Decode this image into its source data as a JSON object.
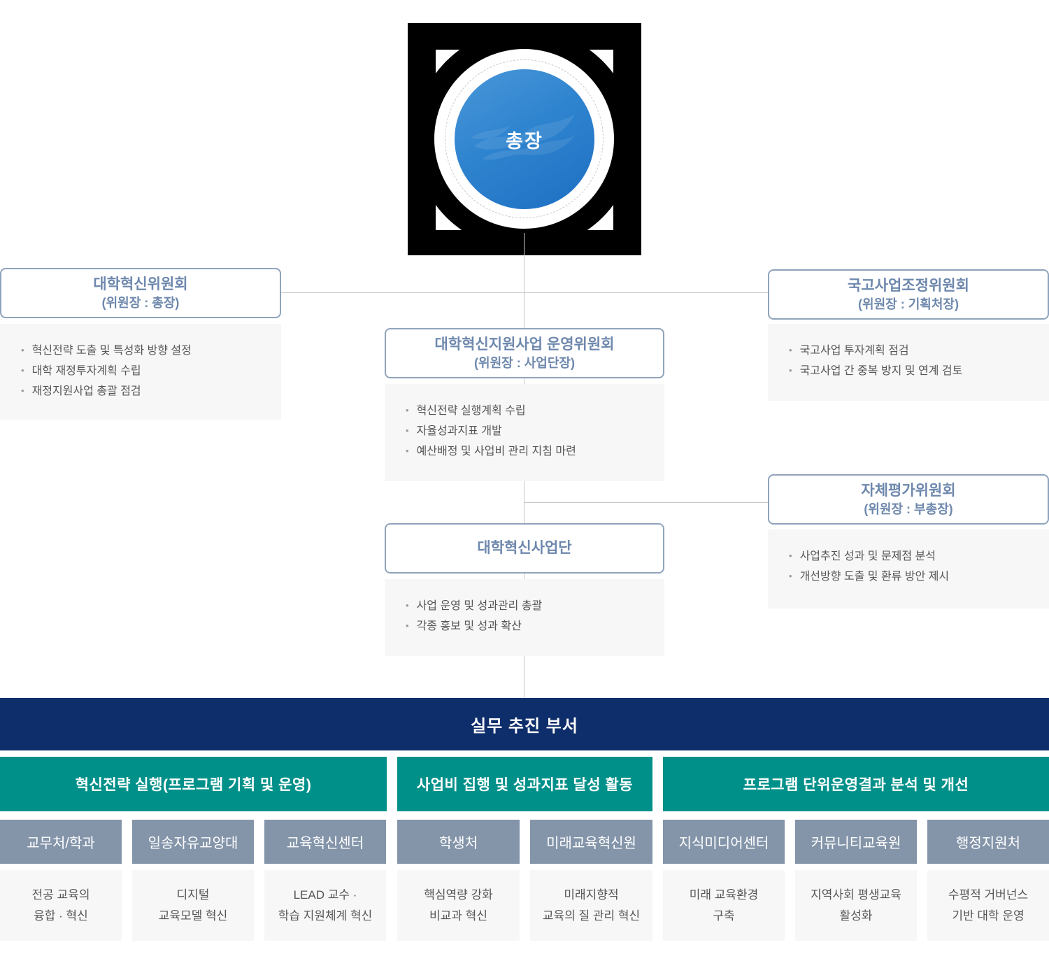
{
  "colors": {
    "navy_banner": "#0e2e6b",
    "teal_header": "#00908a",
    "slate_dept_header": "#8495aa",
    "committee_title_blue": "#6e88ad",
    "committee_border": "#8fa3bc",
    "panel_bg": "#f7f7f7",
    "connector_gray": "#c8c8c8",
    "circle_blue_gradient_start": "#4a97d9",
    "circle_blue_gradient_end": "#1d6fc2"
  },
  "president": {
    "label": "총장"
  },
  "committees": [
    {
      "title": "대학혁신위원회",
      "subtitle": "(위원장 : 총장)",
      "bullets": [
        "혁신전략 도출 및 특성화 방향 설정",
        "대학 재정투자계획 수립",
        "재정지원사업 총괄 점검"
      ]
    },
    {
      "title": "국고사업조정위원회",
      "subtitle": "(위원장 : 기획처장)",
      "bullets": [
        "국고사업 투자계획 점검",
        "국고사업 간 중복 방지 및 연계 검토"
      ]
    },
    {
      "title": "대학혁신지원사업 운영위원회",
      "subtitle": "(위원장 : 사업단장)",
      "bullets": [
        "혁신전략 실행계획 수립",
        "자율성과지표 개발",
        "예산배정 및 사업비 관리 지침 마련"
      ]
    },
    {
      "title": "자체평가위원회",
      "subtitle": "(위원장 : 부총장)",
      "bullets": [
        "사업추진 성과 및 문제점 분석",
        "개선방향 도출 및 환류 방안 제시"
      ]
    },
    {
      "title": "대학혁신사업단",
      "subtitle": "",
      "bullets": [
        "사업 운영 및 성과관리 총괄",
        "각종 홍보 및 성과 확산"
      ]
    }
  ],
  "banner": {
    "label": "실무 추진 부서"
  },
  "groups": [
    {
      "title": "혁신전략 실행(프로그램 기획 및 운영)"
    },
    {
      "title": "사업비 집행 및 성과지표 달성 활동"
    },
    {
      "title": "프로그램 단위운영결과 분석 및 개선"
    }
  ],
  "departments": [
    {
      "name": "교무처/학과",
      "line1": "전공 교육의",
      "line2": "융합 · 혁신"
    },
    {
      "name": "일송자유교양대",
      "line1": "디지털",
      "line2": "교육모델 혁신"
    },
    {
      "name": "교육혁신센터",
      "line1": "LEAD 교수 ·",
      "line2": "학습 지원체계 혁신"
    },
    {
      "name": "학생처",
      "line1": "핵심역량 강화",
      "line2": "비교과 혁신"
    },
    {
      "name": "미래교육혁신원",
      "line1": "미래지향적",
      "line2": "교육의 질 관리 혁신"
    },
    {
      "name": "지식미디어센터",
      "line1": "미래 교육환경",
      "line2": "구축"
    },
    {
      "name": "커뮤니티교육원",
      "line1": "지역사회 평생교육",
      "line2": "활성화"
    },
    {
      "name": "행정지원처",
      "line1": "수평적 거버넌스",
      "line2": "기반 대학 운영"
    }
  ]
}
